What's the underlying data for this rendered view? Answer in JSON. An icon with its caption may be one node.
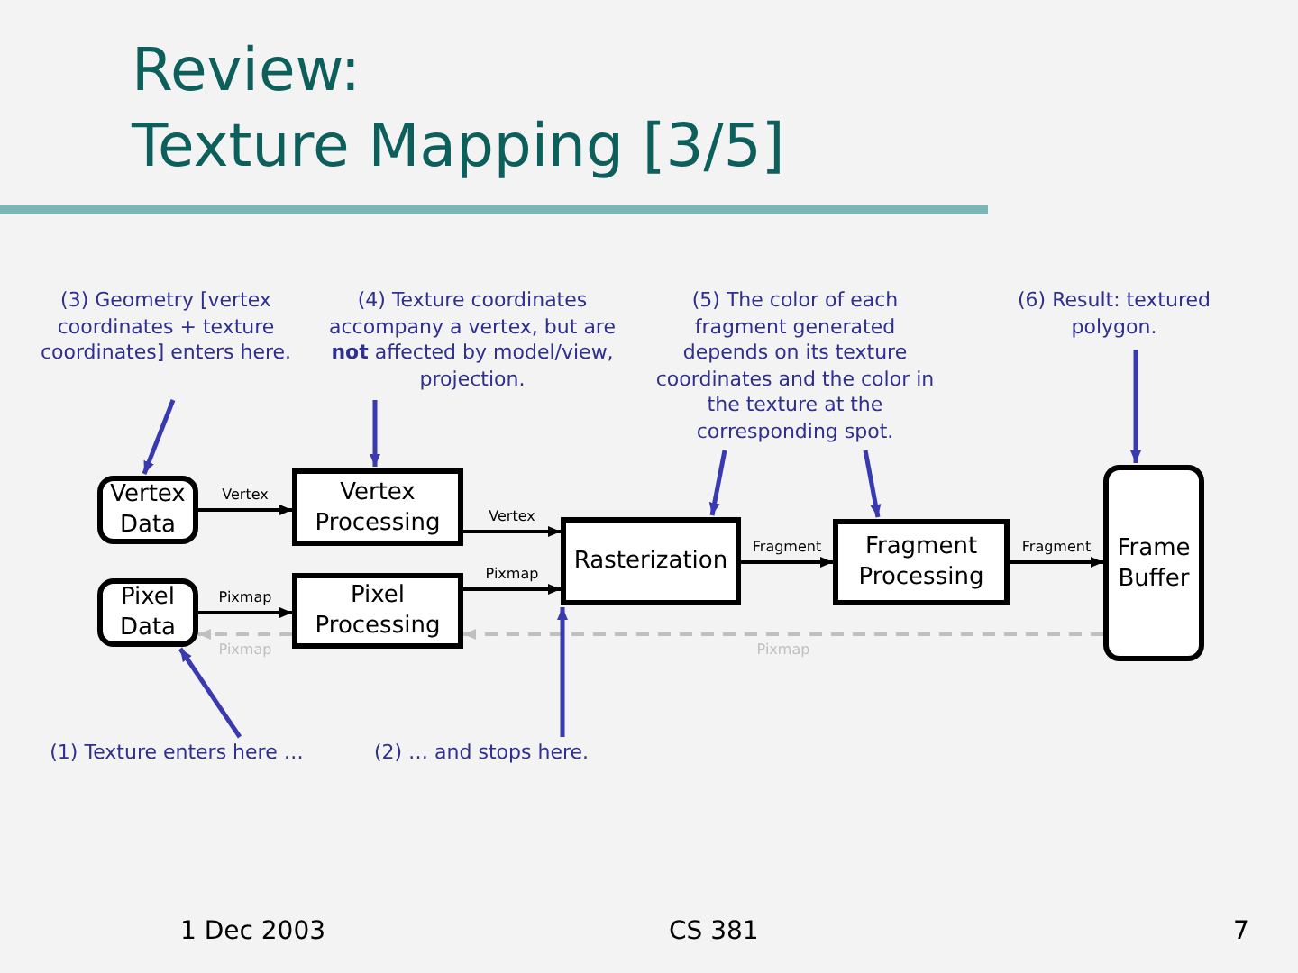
{
  "diagram": {
    "title": "Review: Texture Mapping [3/5]",
    "nodes": [
      {
        "text": [
          "Vertex Data"
        ]
      },
      {
        "text": [
          "Pixel Data"
        ]
      },
      {
        "text": [
          "Vertex Processing"
        ]
      },
      {
        "text": [
          "Pixel Processing"
        ]
      },
      {
        "text": [
          "Rasterization"
        ]
      },
      {
        "text": [
          "Fragment Processing"
        ]
      },
      {
        "text": [
          "Frame Buffer"
        ]
      },
      {
        "text": [
          "(3) Geometry [vertex coordinates + texture coordinates] enters here."
        ]
      },
      {
        "text": [
          "(4) Texture coordinates accompany a vertex, but are **not** affected by model/view, projection."
        ]
      },
      {
        "text": [
          "(5) The color of each fragment generated depends on its texture coordinates and the color in the texture at the corresponding spot."
        ]
      },
      {
        "text": [
          "(6) Result: textured polygon."
        ]
      },
      {
        "text": [
          "(1) Texture enters here …"
        ]
      },
      {
        "text": [
          "(2) … and stops here."
        ]
      }
    ],
    "edges": [
      {
        "from": 0,
        "to": 2,
        "arrow": "to",
        "label": "Vertex",
        "color": "#000000"
      },
      {
        "from": 1,
        "to": 3,
        "arrow": "to",
        "label": "Pixmap",
        "color": "#000000"
      },
      {
        "from": 2,
        "to": 4,
        "arrow": "to",
        "label": "Vertex",
        "color": "#000000"
      },
      {
        "from": 3,
        "to": 4,
        "arrow": "to",
        "label": "Pixmap",
        "color": "#000000"
      },
      {
        "from": 4,
        "to": 5,
        "arrow": "to",
        "label": "Fragment",
        "color": "#000000"
      },
      {
        "from": 5,
        "to": 6,
        "arrow": "to",
        "label": "Fragment",
        "color": "#000000"
      },
      {
        "from": 6,
        "to": 3,
        "arrow": "to",
        "label": "Pixmap",
        "style": "dashed",
        "color": "#c0c0c0"
      },
      {
        "from": 3,
        "to": 1,
        "arrow": "to",
        "label": "Pixmap",
        "style": "dashed",
        "color": "#c0c0c0"
      },
      {
        "from": 7,
        "to": 0,
        "arrow": "to",
        "color": "#3a3ab0"
      },
      {
        "from": 8,
        "to": 2,
        "arrow": "to",
        "color": "#3a3ab0"
      },
      {
        "from": 9,
        "to": 4,
        "arrow": "to",
        "color": "#3a3ab0"
      },
      {
        "from": 9,
        "to": 5,
        "arrow": "to",
        "color": "#3a3ab0"
      },
      {
        "from": 10,
        "to": 6,
        "arrow": "to",
        "color": "#3a3ab0"
      },
      {
        "from": 11,
        "to": 1,
        "arrow": "to",
        "color": "#3a3ab0"
      },
      {
        "from": 12,
        "to": 4,
        "arrow": "to",
        "color": "#3a3ab0"
      }
    ],
    "labels": [
      "1 Dec 2003",
      "CS 381",
      "7"
    ]
  }
}
